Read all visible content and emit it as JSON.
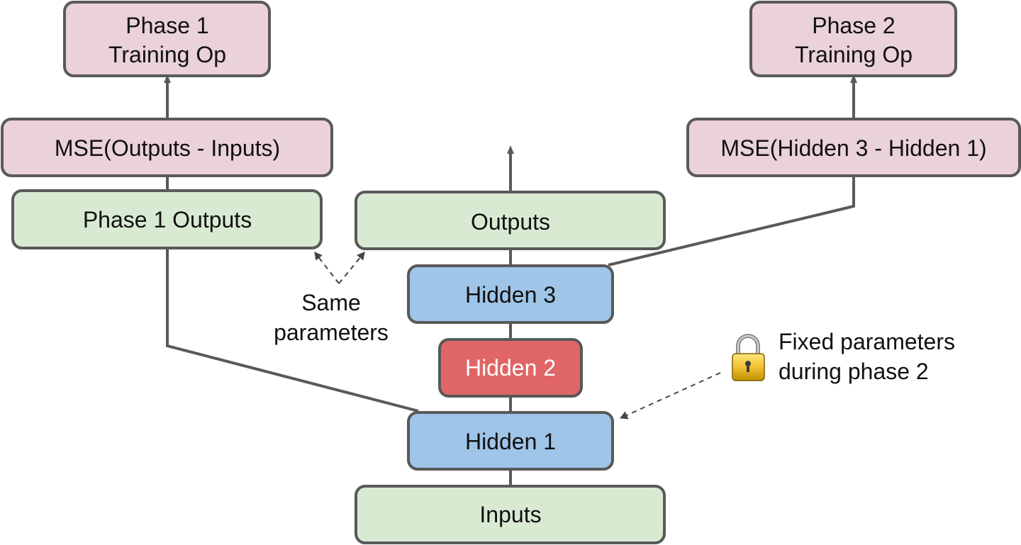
{
  "colors": {
    "pink": "#ead1dc",
    "green": "#d9ead3",
    "blue": "#9fc5e8",
    "red": "#e06666",
    "border": "#595959",
    "hidden2_text": "#ffffff"
  },
  "nodes": {
    "phase1_training_op": {
      "line1": "Phase 1",
      "line2": "Training Op"
    },
    "phase2_training_op": {
      "line1": "Phase 2",
      "line2": "Training Op"
    },
    "mse_outputs_inputs": {
      "label": "MSE(Outputs - Inputs)"
    },
    "mse_hidden3_hidden1": {
      "label": "MSE(Hidden 3 - Hidden 1)"
    },
    "phase1_outputs": {
      "label": "Phase 1 Outputs"
    },
    "outputs": {
      "label": "Outputs"
    },
    "hidden3": {
      "label": "Hidden 3"
    },
    "hidden2": {
      "label": "Hidden 2"
    },
    "hidden1": {
      "label": "Hidden 1"
    },
    "inputs": {
      "label": "Inputs"
    }
  },
  "annotations": {
    "same_parameters": {
      "line1": "Same",
      "line2": "parameters"
    },
    "fixed_parameters": {
      "line1": "Fixed parameters",
      "line2": "during phase 2",
      "icon": "lock-icon"
    }
  }
}
